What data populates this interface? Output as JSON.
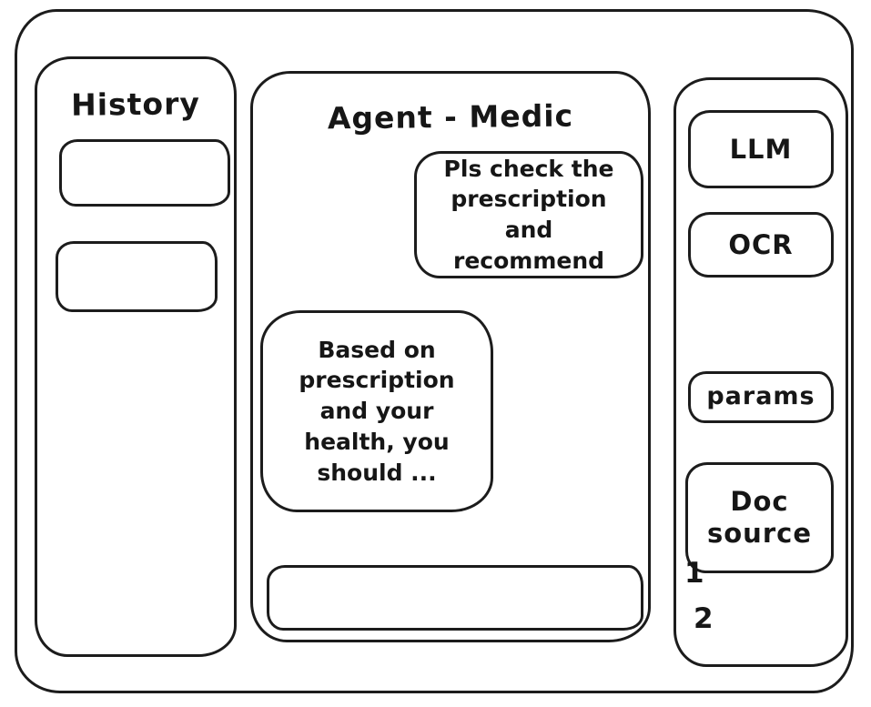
{
  "history": {
    "title": "History"
  },
  "chat": {
    "title": "Agent - Medic",
    "messages": [
      {
        "role": "user",
        "text": "Pls check the prescription and recommend"
      },
      {
        "role": "assistant",
        "text": "Based on prescription and your health, you should ..."
      }
    ],
    "input": {
      "value": ""
    }
  },
  "modules": {
    "llm": "LLM",
    "ocr": "OCR",
    "params": "params",
    "doc_source": "Doc source"
  },
  "annotations": {
    "one": "1",
    "two": "2"
  },
  "colors": {
    "stroke": "#1c1c1c",
    "background": "#ffffff"
  }
}
